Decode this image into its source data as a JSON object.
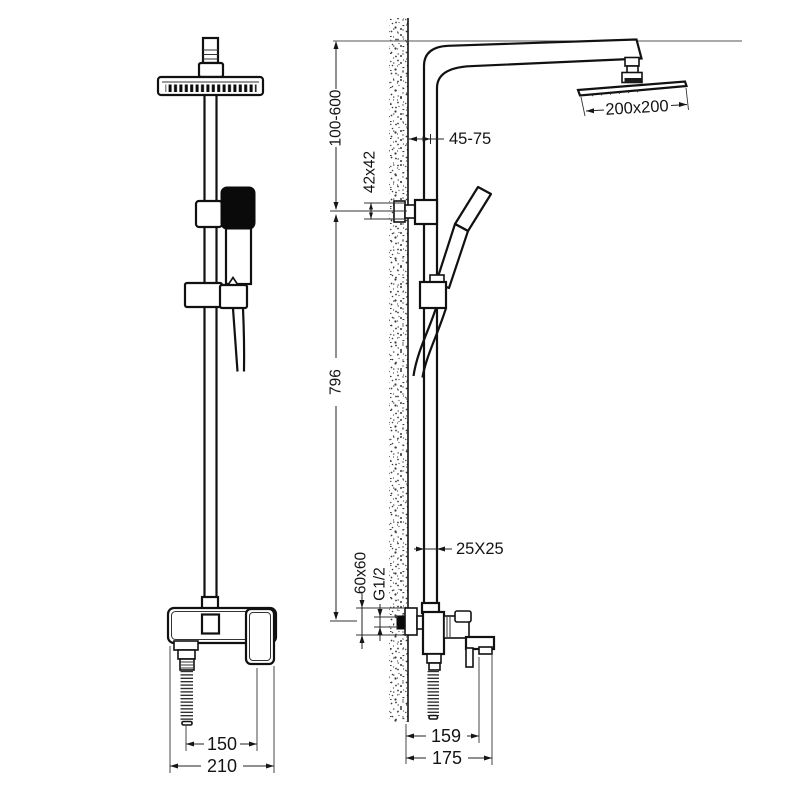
{
  "dims": {
    "front": {
      "hose_to_lever": "150",
      "overall_width": "210"
    },
    "side": {
      "height_range": "100-600",
      "wall_bracket": "42x42",
      "wall_to_column": "45-75",
      "column_height": "796",
      "column_profile": "25X25",
      "escutcheon_plate": "60x60",
      "thread_size": "G1/2",
      "head_size": "200x200",
      "spout_reach": "159",
      "overall_depth": "175"
    }
  },
  "colors": {
    "line": "#111111",
    "fill": "#ffffff",
    "handset_fill": "#0a0a0a",
    "wall_speckle": "#3c3c3c"
  }
}
